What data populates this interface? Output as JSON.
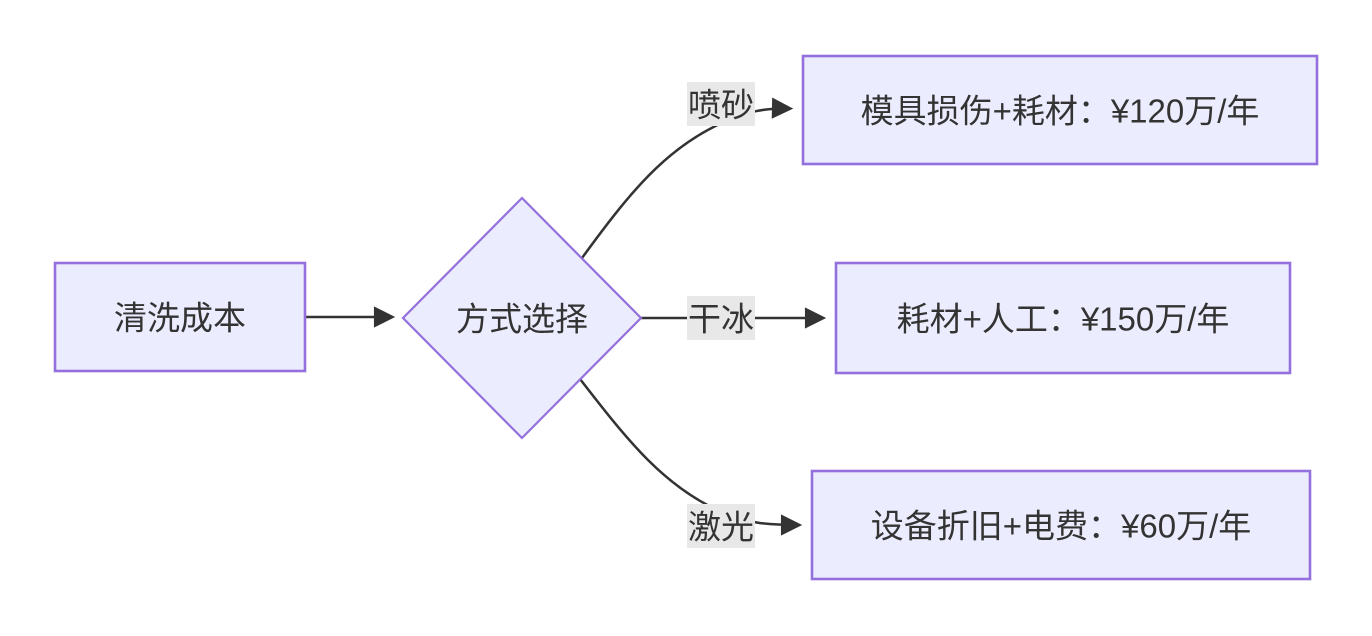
{
  "diagram": {
    "type": "flowchart-LR",
    "colors": {
      "background": "#ffffff",
      "node_fill": "#ECECFF",
      "node_border": "#9370DB",
      "edge_stroke": "#333333",
      "edge_label_background": "#e8e8e8",
      "text": "#333333"
    },
    "nodes": [
      {
        "id": "A",
        "shape": "rect",
        "label": "清洗成本"
      },
      {
        "id": "B",
        "shape": "diamond",
        "label": "方式选择"
      },
      {
        "id": "C",
        "shape": "rect",
        "label": "模具损伤+耗材：¥120万/年"
      },
      {
        "id": "D",
        "shape": "rect",
        "label": "耗材+人工：¥150万/年"
      },
      {
        "id": "E",
        "shape": "rect",
        "label": "设备折旧+电费：¥60万/年"
      }
    ],
    "edges": [
      {
        "from": "清洗成本",
        "to": "方式选择",
        "label": ""
      },
      {
        "from": "方式选择",
        "to": "模具损伤+耗材：¥120万/年",
        "label": "喷砂"
      },
      {
        "from": "方式选择",
        "to": "耗材+人工：¥150万/年",
        "label": "干冰"
      },
      {
        "from": "方式选择",
        "to": "设备折旧+电费：¥60万/年",
        "label": "激光"
      }
    ]
  }
}
